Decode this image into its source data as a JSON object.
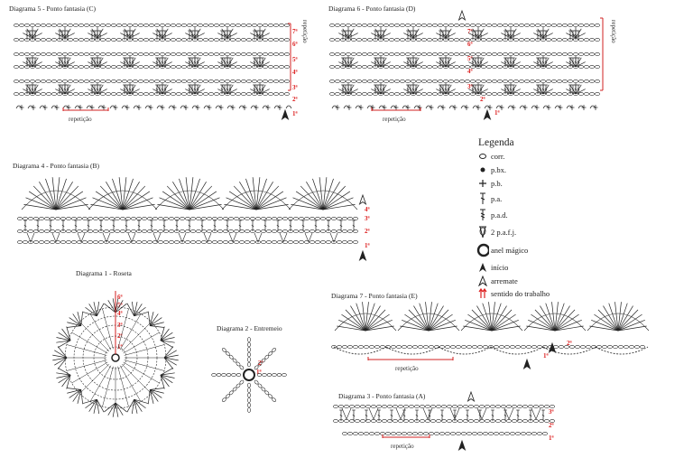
{
  "diagrams": {
    "d5": {
      "title": "Diagrama 5 - Ponto fantasia (C)",
      "repeat_label": "repetição",
      "side_label": "repetição",
      "rows": [
        "7ª",
        "6ª",
        "5ª",
        "4ª",
        "3ª",
        "2ª",
        "1ª"
      ]
    },
    "d6": {
      "title": "Diagrama 6 - Ponto fantasia (D)",
      "repeat_label": "repetição",
      "side_label": "repetição",
      "rows": [
        "7ª",
        "6ª",
        "5ª",
        "4ª",
        "3ª",
        "2ª",
        "1ª"
      ]
    },
    "d4": {
      "title": "Diagrama 4 - Ponto fantasia (B)",
      "rows": [
        "4ª",
        "3ª",
        "2ª",
        "1ª"
      ]
    },
    "d1": {
      "title": "Diagrama 1 - Roseta",
      "rows": [
        "6ª",
        "5ª",
        "4ª",
        "3ª",
        "2ª",
        "1ª"
      ]
    },
    "d2": {
      "title": "Diagrama 2 - Entremeio",
      "rows": [
        "2ª",
        "1ª"
      ]
    },
    "d7": {
      "title": "Diagrama 7 - Ponto fantasia (E)",
      "repeat_label": "repetição",
      "rows": [
        "2ª",
        "1ª"
      ]
    },
    "d3": {
      "title": "Diagrama 3 - Ponto fantasia (A)",
      "repeat_label": "repetição",
      "rows": [
        "3ª",
        "2ª",
        "1ª"
      ]
    }
  },
  "legend": {
    "title": "Legenda",
    "items": [
      {
        "icon": "open-oval-icon",
        "label": "corr."
      },
      {
        "icon": "filled-dot-icon",
        "label": "p.bx."
      },
      {
        "icon": "plus-icon",
        "label": "p.b."
      },
      {
        "icon": "t-stitch-icon",
        "label": "p.a."
      },
      {
        "icon": "double-t-stitch-icon",
        "label": "p.a.d."
      },
      {
        "icon": "cluster-icon",
        "label": "2 p.a.f.j."
      },
      {
        "icon": "ring-icon",
        "label": "anel mágico"
      },
      {
        "icon": "filled-arrow-icon",
        "label": "início"
      },
      {
        "icon": "outline-arrow-icon",
        "label": "arremate"
      },
      {
        "icon": "red-arrows-icon",
        "label": "sentido do trabalho"
      }
    ]
  },
  "colors": {
    "ink": "#222222",
    "accent": "#d22222"
  }
}
